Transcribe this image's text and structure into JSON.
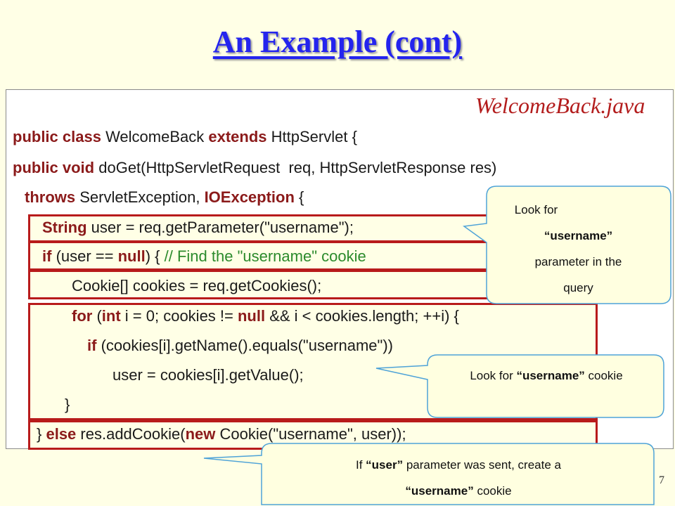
{
  "slide": {
    "title": "An Example (cont)",
    "filename": "WelcomeBack.java",
    "page_number": "7"
  },
  "code": {
    "l1": {
      "kw1": "public class",
      "t1": " WelcomeBack ",
      "kw2": "extends",
      "t2": " HttpServlet {"
    },
    "l2": {
      "kw1": "public void",
      "t1": " doGet(HttpServletRequest  req, HttpServletResponse res)"
    },
    "l3": {
      "kw1": "throws",
      "t1": " ServletException, ",
      "kw2": "IOException",
      "t2": " {"
    },
    "l4": {
      "kw1": "String",
      "t1": " user = req.getParameter(\"username\");"
    },
    "l5": {
      "kw1": "if",
      "t1": " (user == ",
      "kw2": "null",
      "t2": ") { ",
      "comment": "// Find the \"username\" cookie"
    },
    "l6": {
      "t1": "Cookie[] cookies = req.getCookies();"
    },
    "l7": {
      "kw1": "for",
      "t1": " (",
      "kw2": "int",
      "t2": " i = 0; cookies != ",
      "kw3": "null",
      "t3": " && i < cookies.length; ++i) {"
    },
    "l8": {
      "kw1": "if",
      "t1": " (cookies[i].getName().equals(\"username\"))"
    },
    "l9": {
      "t1": "user = cookies[i].getValue();"
    },
    "l10": {
      "t1": "}"
    },
    "l11": {
      "t1": "} ",
      "kw1": "else",
      "t2": " res.addCookie(",
      "kw2": "new",
      "t3": " Cookie(\"username\", user));"
    }
  },
  "callouts": {
    "c1": {
      "line1": "Look for",
      "line2_bold": "“username”",
      "line3": "parameter in the",
      "line4": "query"
    },
    "c2": {
      "pre": "Look for ",
      "bold": "“username”",
      "post": " cookie"
    },
    "c3": {
      "pre": "If ",
      "bold1": "“user”",
      "mid": " parameter was sent, create a",
      "bold2": "“username”",
      "post": " cookie"
    }
  },
  "colors": {
    "title": "#2424ee",
    "keyword": "#8b1a1a",
    "comment": "#2b8a2b",
    "box_border": "#b81b1b",
    "callout_fill": "#ffffe0",
    "callout_border": "#4fa3d8"
  }
}
